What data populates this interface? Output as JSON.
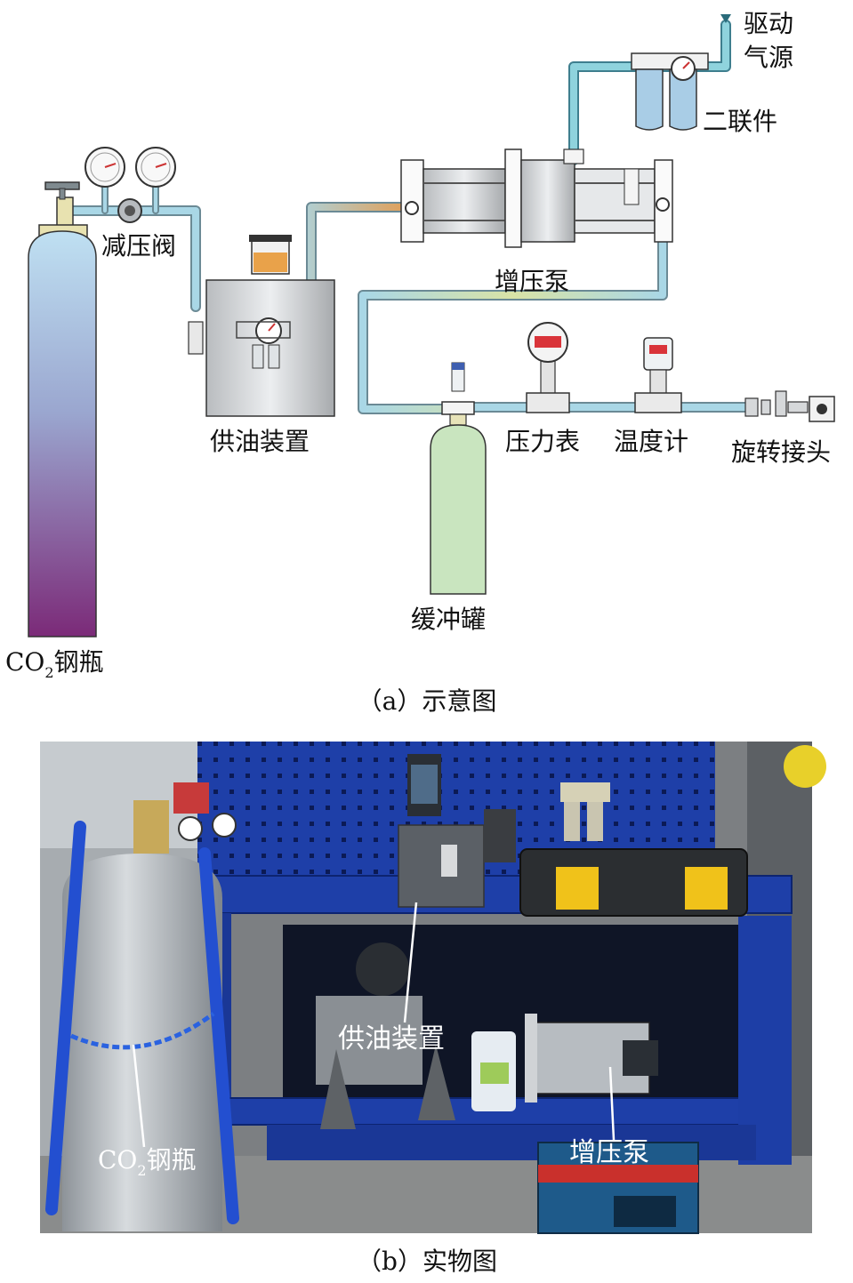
{
  "schematic": {
    "labels": {
      "drive_air_line1": "驱动",
      "drive_air_line2": "气源",
      "frl_unit": "二联件",
      "pressure_reducer": "减压阀",
      "booster_pump": "增压泵",
      "oil_supply": "供油装置",
      "pressure_gauge": "压力表",
      "thermometer": "温度计",
      "rotary_joint": "旋转接头",
      "buffer_tank": "缓冲罐",
      "co2_prefix": "CO",
      "co2_sub": "2",
      "co2_suffix": "钢瓶"
    },
    "caption": "（a）示意图",
    "digital_display_color": "#d9343a",
    "cylinder_gradient_top": "#bfe0f2",
    "cylinder_gradient_bottom": "#7b2a78",
    "pipe_color": "#a9d7e6"
  },
  "photo": {
    "labels": {
      "oil_supply": "供油装置",
      "co2_prefix": "CO",
      "co2_sub": "2",
      "co2_suffix": "钢瓶",
      "booster_pump": "增压泵"
    },
    "caption": "（b）实物图",
    "cart_color": "#1e3fa8"
  }
}
